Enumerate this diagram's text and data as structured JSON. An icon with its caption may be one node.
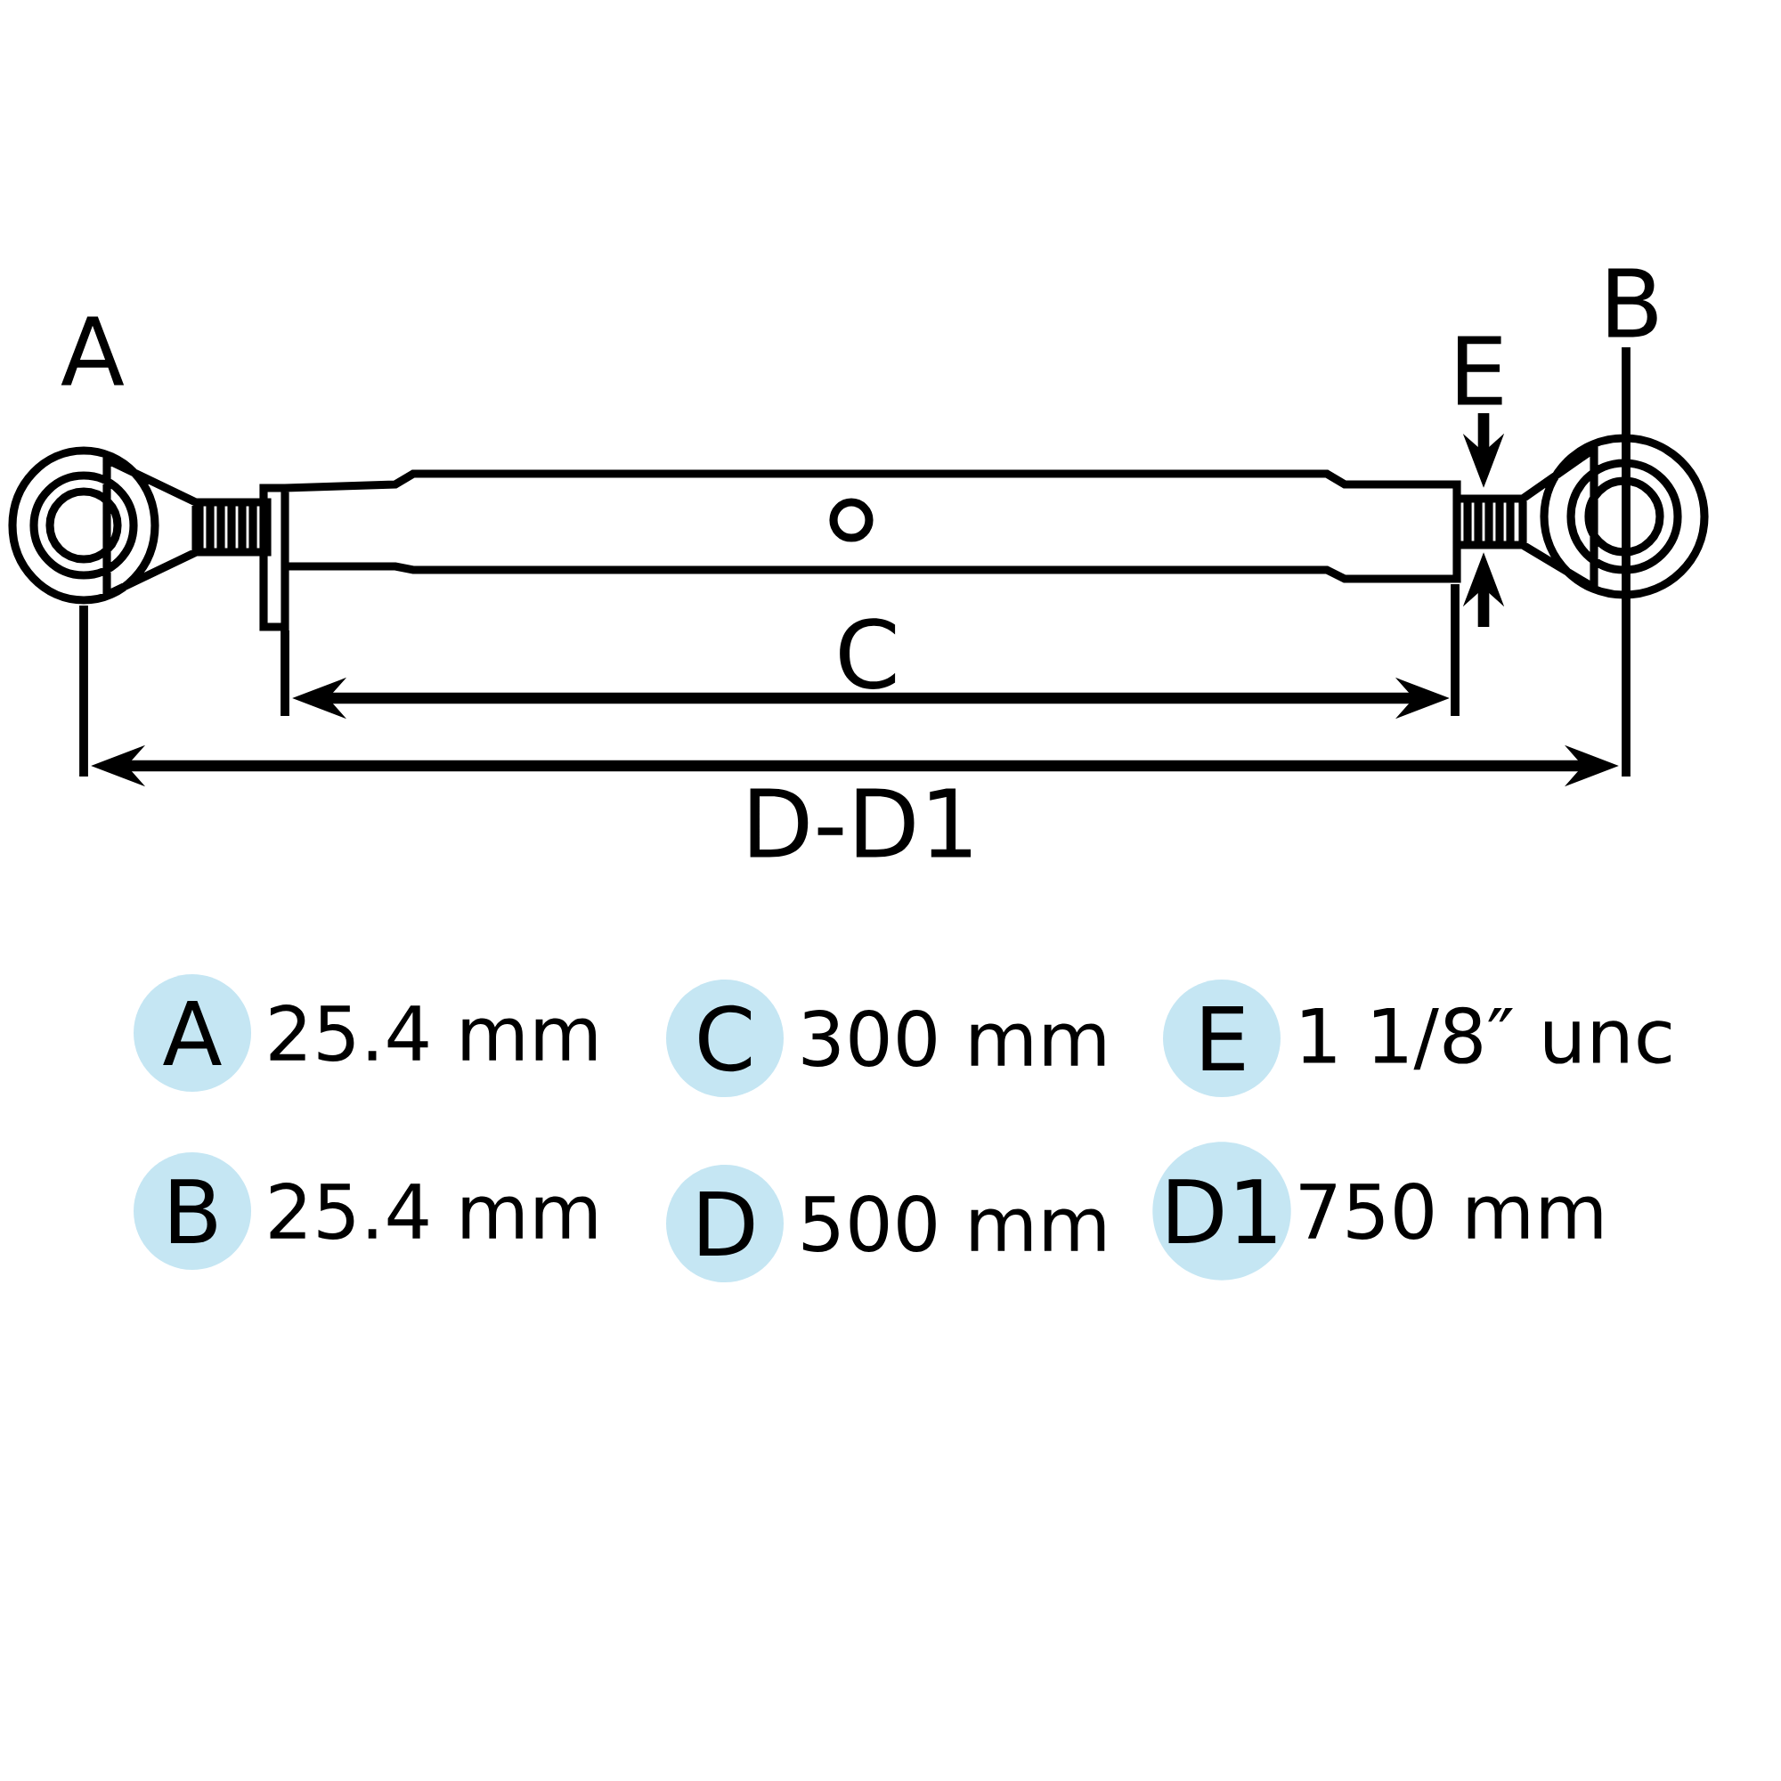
{
  "diagram": {
    "nodes": [
      {
        "text": [
          "A"
        ],
        "beside": [
          "25.4 mm"
        ]
      },
      {
        "text": [
          "C"
        ],
        "beside": [
          "300 mm"
        ]
      },
      {
        "text": [
          "E"
        ],
        "beside": [
          "1 1/8″ unc"
        ]
      },
      {
        "text": [
          "B"
        ],
        "beside": [
          "25.4 mm"
        ]
      },
      {
        "text": [
          "D"
        ],
        "beside": [
          "500 mm"
        ]
      },
      {
        "text": [
          "D1"
        ],
        "beside": [
          "750 mm"
        ]
      }
    ],
    "labels": [
      "B",
      "A",
      "E",
      "C",
      "D-D1"
    ]
  }
}
